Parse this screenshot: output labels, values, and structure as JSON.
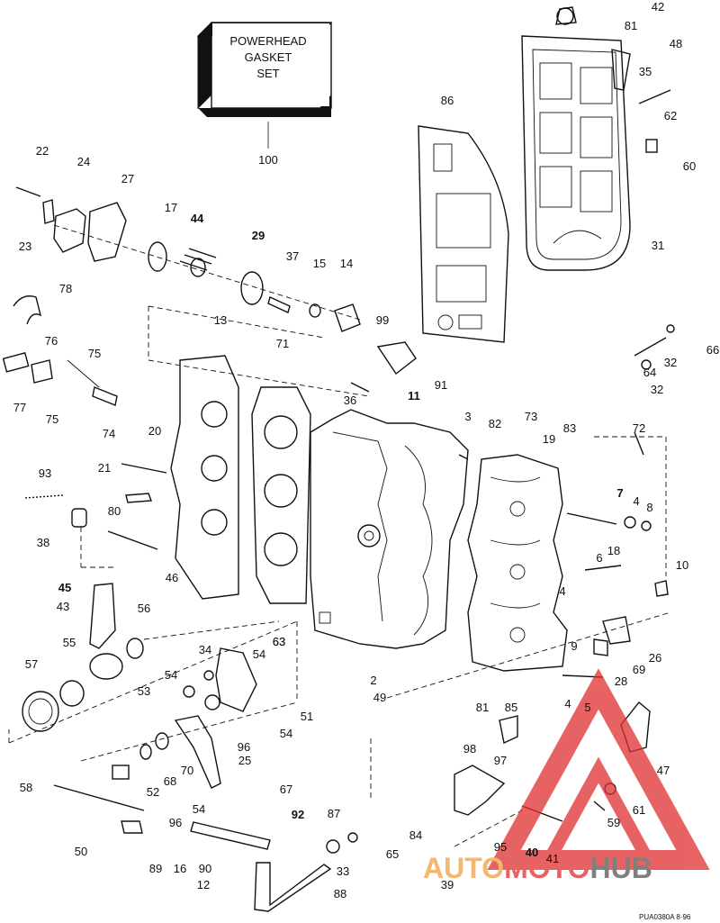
{
  "gasket_box": {
    "line1": "POWERHEAD",
    "line2": "GASKET",
    "line3": "SET",
    "number": "100"
  },
  "part_labels": [
    "42",
    "81",
    "48",
    "35",
    "62",
    "60",
    "31",
    "86",
    "100",
    "22",
    "24",
    "27",
    "17",
    "44",
    "29",
    "23",
    "78",
    "37",
    "15",
    "14",
    "99",
    "13",
    "71",
    "66",
    "76",
    "75",
    "32",
    "64",
    "32",
    "36",
    "11",
    "77",
    "75",
    "74",
    "91",
    "3",
    "82",
    "73",
    "83",
    "72",
    "20",
    "19",
    "93",
    "21",
    "7",
    "4",
    "8",
    "80",
    "18",
    "6",
    "38",
    "46",
    "10",
    "45",
    "4",
    "43",
    "56",
    "63",
    "54",
    "34",
    "55",
    "57",
    "54",
    "53",
    "9",
    "69",
    "26",
    "28",
    "2",
    "49",
    "51",
    "81",
    "85",
    "4",
    "5",
    "54",
    "96",
    "25",
    "47",
    "98",
    "97",
    "63",
    "70",
    "68",
    "58",
    "52",
    "67",
    "87",
    "84",
    "61",
    "96",
    "54",
    "92",
    "59",
    "89",
    "16",
    "90",
    "65",
    "95",
    "40",
    "41",
    "50",
    "33",
    "12",
    "39",
    "88"
  ],
  "bold_labels": [
    "44",
    "29",
    "11",
    "7",
    "45",
    "54",
    "92",
    "40"
  ],
  "watermark": {
    "part1": "AUTO",
    "part2": "MOTO",
    "part3": "HUB"
  },
  "footer_code": "PUA0380A   8·96",
  "colors": {
    "ink": "#111111",
    "watermark_red": "#e03030",
    "watermark_orange": "#f0a040",
    "watermark_gray": "#555555"
  }
}
